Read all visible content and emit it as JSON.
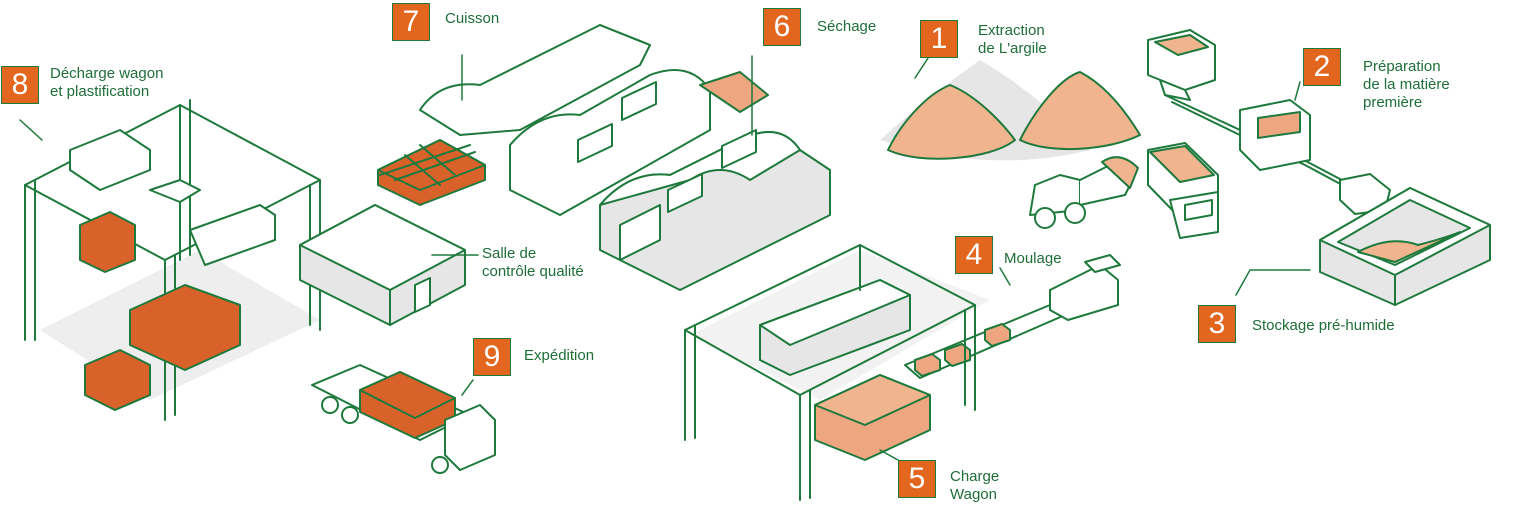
{
  "colors": {
    "outline": "#1e7a3c",
    "badge": "#e2661e",
    "brick": "#d9622a",
    "brick_light": "#eea681",
    "clay": "#f0b48e",
    "shadow": "#e6e6e6",
    "label_text": "#1e6e38"
  },
  "steps": [
    {
      "number": "1",
      "label": "Extraction\nde L'argile"
    },
    {
      "number": "2",
      "label": "Préparation\nde la matière\npremière"
    },
    {
      "number": "3",
      "label": "Stockage pré-humide"
    },
    {
      "number": "4",
      "label": "Moulage"
    },
    {
      "number": "5",
      "label": "Charge\nWagon"
    },
    {
      "number": "6",
      "label": "Séchage"
    },
    {
      "number": "7",
      "label": "Cuisson"
    },
    {
      "number": "8",
      "label": "Décharge wagon\net plastification"
    },
    {
      "number": "9",
      "label": "Expédition"
    }
  ],
  "quality_room": {
    "label": "Salle de\ncontrôle qualité"
  }
}
